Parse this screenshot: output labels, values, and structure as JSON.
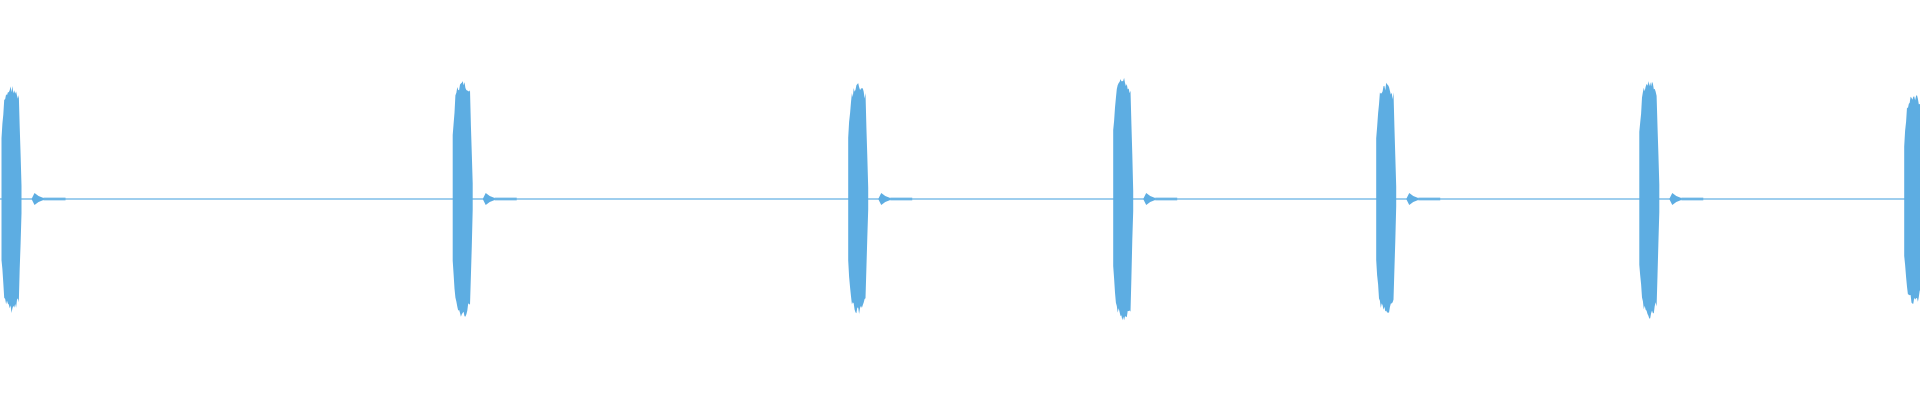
{
  "colors": {
    "waveform": "#5dade2",
    "background": "#ffffff"
  },
  "chart_data": {
    "type": "area",
    "title": "",
    "xlabel": "",
    "ylabel": "",
    "ylim": [
      -1,
      1
    ],
    "grid": false,
    "series": [
      {
        "bursts": [
          {
            "x": 0.006,
            "amplitude": 0.95
          },
          {
            "x": 0.241,
            "amplitude": 1.0
          },
          {
            "x": 0.447,
            "amplitude": 0.97
          },
          {
            "x": 0.585,
            "amplitude": 1.02
          },
          {
            "x": 0.722,
            "amplitude": 0.97
          },
          {
            "x": 0.859,
            "amplitude": 1.0
          },
          {
            "x": 0.997,
            "amplitude": 0.88
          }
        ],
        "baseline_amplitude": 0.01
      }
    ]
  }
}
